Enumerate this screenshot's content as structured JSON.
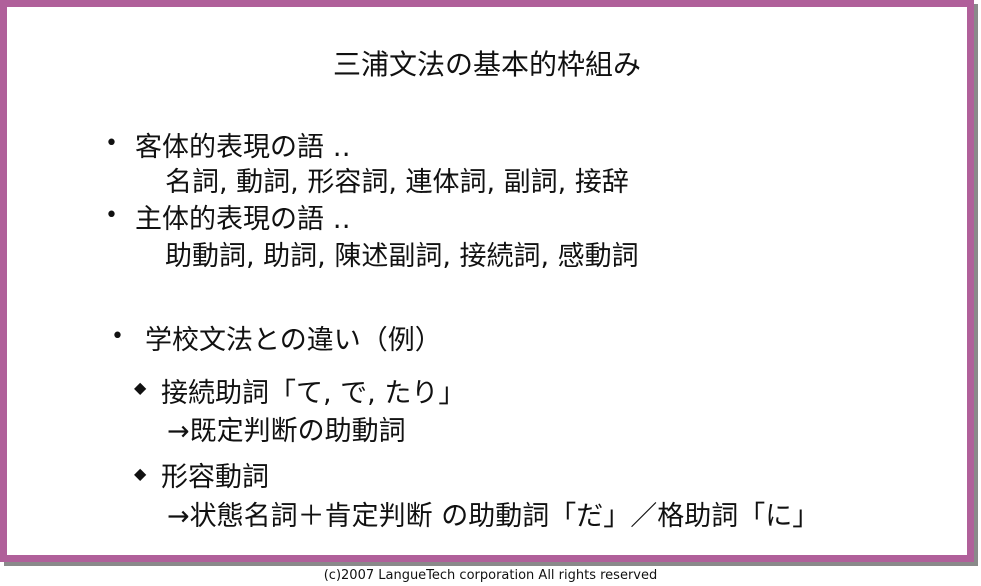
{
  "slide": {
    "title": "三浦文法の基本的枠組み",
    "bullet_glyph": "•",
    "diamond_glyph": "◆",
    "sections": [
      {
        "heading": "客体的表現の語 ‥",
        "detail": "名詞, 動詞, 形容詞, 連体詞, 副詞, 接辞"
      },
      {
        "heading": "主体的表現の語 ‥",
        "detail": "助動詞, 助詞, 陳述副詞, 接続詞, 感動詞"
      },
      {
        "heading": "学校文法との違い（例）",
        "examples": [
          {
            "term": "接続助詞「て, で, たり」",
            "explanation": "→既定判断の助動詞"
          },
          {
            "term": "形容動詞",
            "explanation": "→状態名詞＋肯定判断 の助動詞「だ」／格助詞「に」"
          }
        ]
      }
    ]
  },
  "footer": {
    "copyright": "(c)2007 LangueTech corporation All rights reserved"
  },
  "colors": {
    "frame": "#b0609a",
    "shadow": "#8a8a8a",
    "text": "#111111"
  }
}
